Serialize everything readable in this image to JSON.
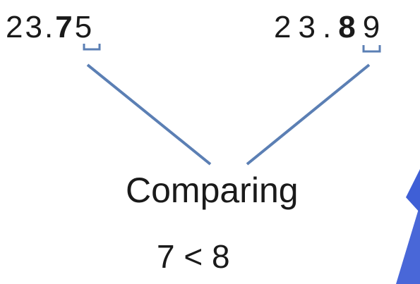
{
  "left_number": {
    "d1": "2",
    "d2": "3",
    "dot": ".",
    "tenths": "7",
    "hundredths": "5"
  },
  "right_number": {
    "d1": "2",
    "d2": "3",
    "dot": ".",
    "tenths": "8",
    "hundredths": "9"
  },
  "label": "Comparing",
  "comparison": {
    "left": "7",
    "op": "<",
    "right": "8"
  },
  "colors": {
    "line": "#5b7fb4",
    "decor": "#3f5fd6"
  }
}
